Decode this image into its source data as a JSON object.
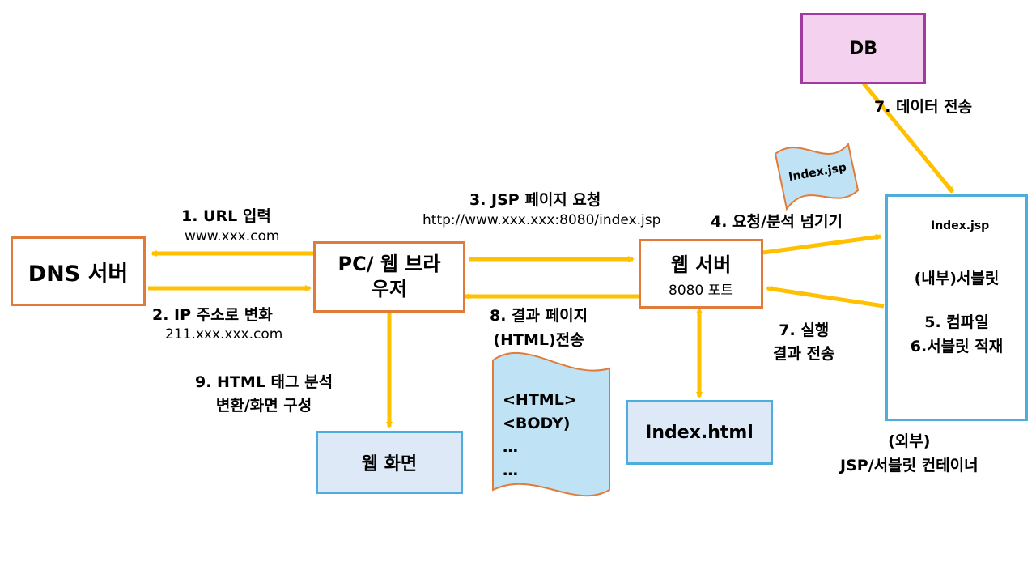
{
  "colors": {
    "arrow": "#ffc000",
    "orange_border": "#e07b39",
    "blue_border": "#4eaedb",
    "purple_border": "#a23aa0",
    "db_fill": "#f3d1ef",
    "doc_fill": "#bfe2f4",
    "box_fill": "#dde9f7"
  },
  "nodes": {
    "dns": "DNS 서버",
    "browser_line1": "PC/ 웹 브라",
    "browser_line2": "우저",
    "web_server": "웹 서버",
    "web_server_port": "8080 포트",
    "db": "DB",
    "web_screen": "웹 화면",
    "index_html": "Index.html",
    "servlet_inner": "(내부)서블릿",
    "compile": "5. 컴파일",
    "servlet_load": "6.서블릿 적재",
    "container_line1": "(외부)",
    "container_line2": "JSP/서블릿 컨테이너"
  },
  "docs": {
    "flag_top": "Index.jsp",
    "flag_inner": "Index.jsp",
    "html_lines": [
      "<HTML>",
      "<BODY)",
      "…",
      "…"
    ]
  },
  "steps": {
    "s1": "1. URL 입력",
    "s1_sub": "www.xxx.com",
    "s2": "2. IP 주소로 변화",
    "s2_sub": "211.xxx.xxx.com",
    "s3": "3. JSP 페이지 요청",
    "s3_sub": "http://www.xxx.xxx:8080/index.jsp",
    "s4": "4. 요청/분석 넘기기",
    "s7_data": "7. 데이터 전송",
    "s7_exec_1": "7. 실행",
    "s7_exec_2": "결과 전송",
    "s8_1": "8. 결과 페이지",
    "s8_2": "(HTML)전송",
    "s9_1": "9. HTML 태그 분석",
    "s9_2": "변환/화면 구성"
  }
}
